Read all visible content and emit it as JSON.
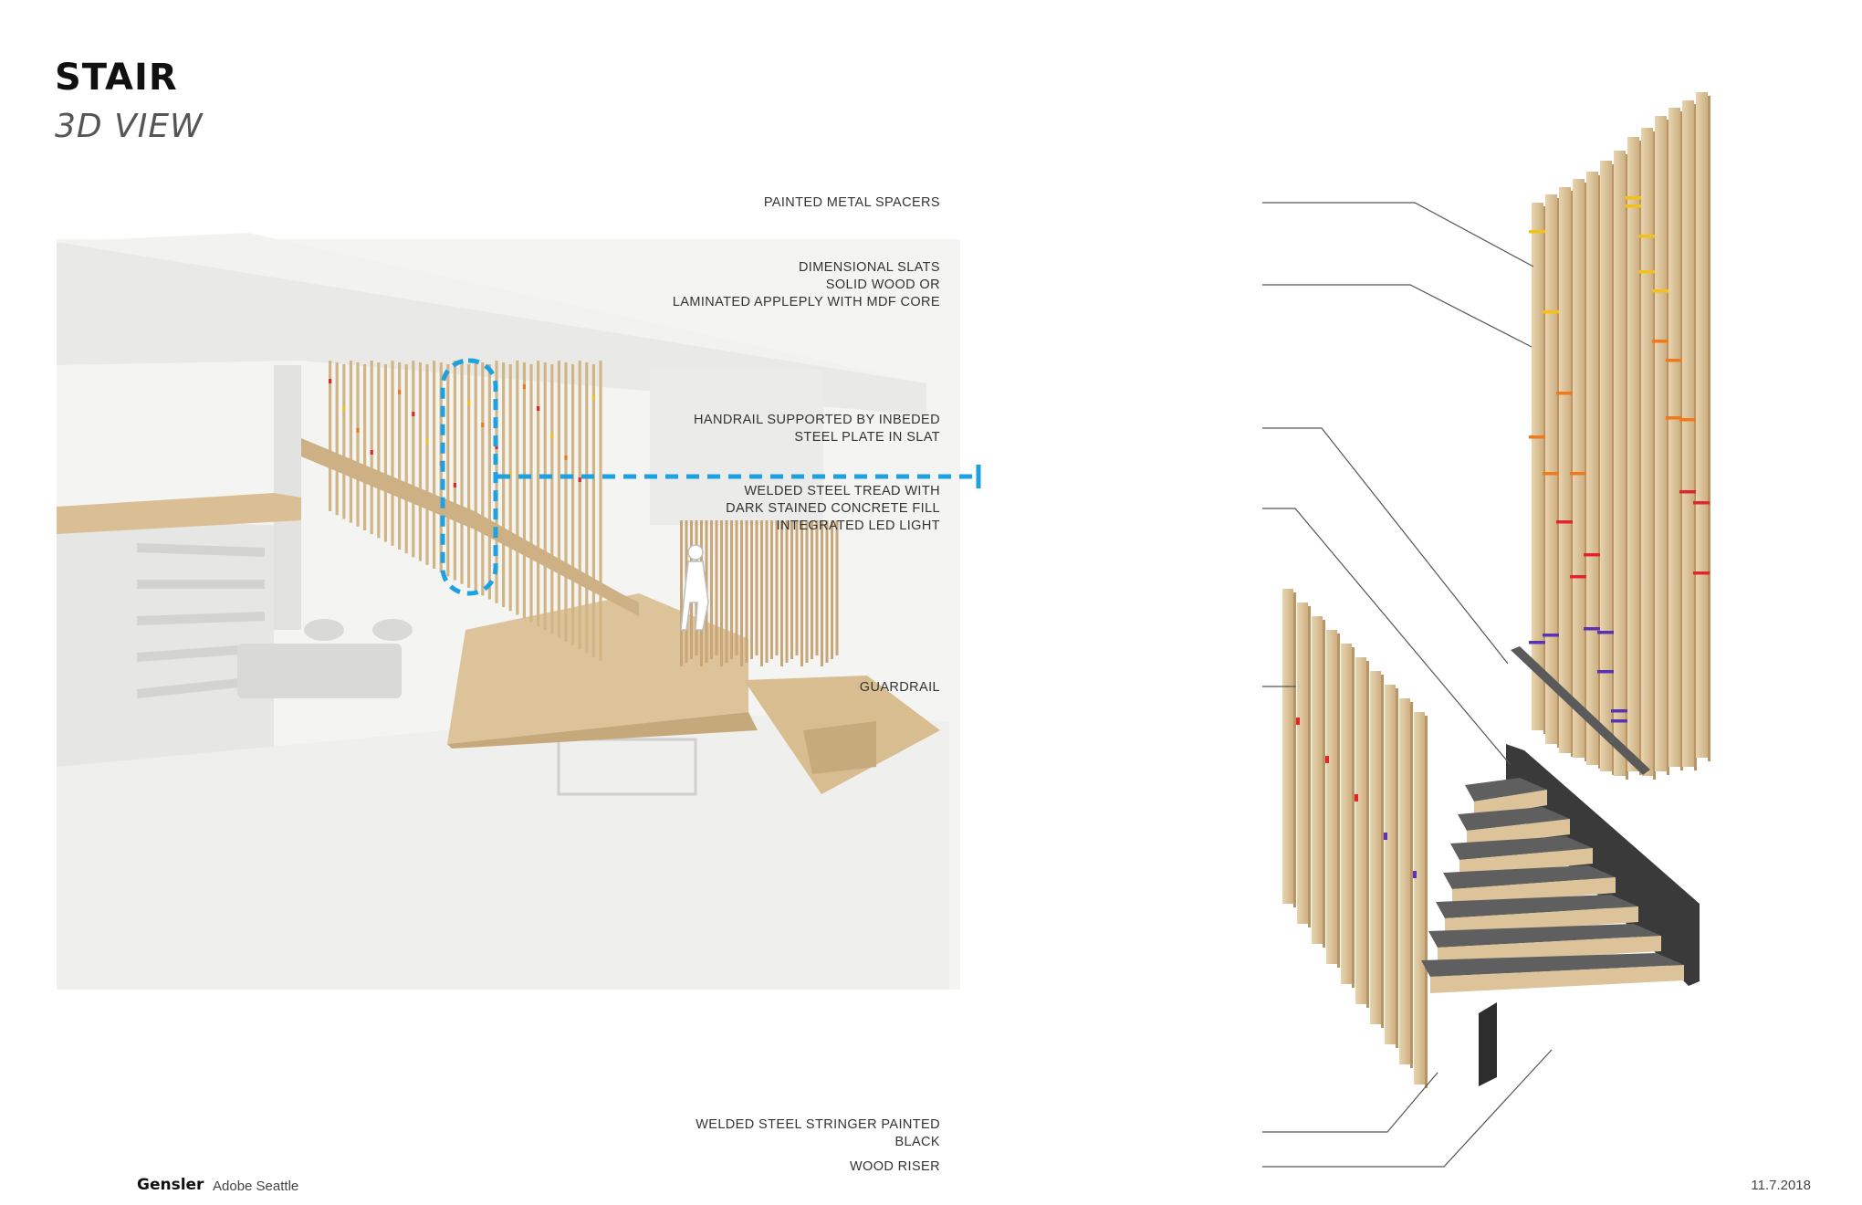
{
  "header": {
    "title": "STAIR",
    "subtitle": "3D VIEW"
  },
  "callouts": {
    "spacers": [
      "PAINTED METAL SPACERS"
    ],
    "slats": [
      "DIMENSIONAL SLATS",
      "SOLID WOOD OR",
      "LAMINATED APPLEPLY WITH MDF CORE"
    ],
    "handrail": [
      "HANDRAIL SUPPORTED BY INBEDED",
      "STEEL PLATE IN SLAT"
    ],
    "tread": [
      "WELDED STEEL TREAD WITH",
      "DARK STAINED CONCRETE FILL",
      "INTEGRATED LED LIGHT"
    ],
    "guardrail": [
      "GUARDRAIL"
    ],
    "stringer": [
      "WELDED STEEL STRINGER PAINTED",
      "BLACK"
    ],
    "riser": [
      "WOOD RISER"
    ]
  },
  "footer": {
    "brand": "Gensler",
    "project": "Adobe Seattle",
    "date": "11.7.2018"
  },
  "colors": {
    "wood": "#dcc39a",
    "wood_dark": "#b89466",
    "steel": "#3a3a3a",
    "concrete": "#f0f0ef",
    "highlight_blue": "#1ea1e0",
    "spacer_yellow": "#f2c21b",
    "spacer_orange": "#ef7a1e",
    "spacer_red": "#e0262d",
    "spacer_purple": "#5a34b0"
  }
}
